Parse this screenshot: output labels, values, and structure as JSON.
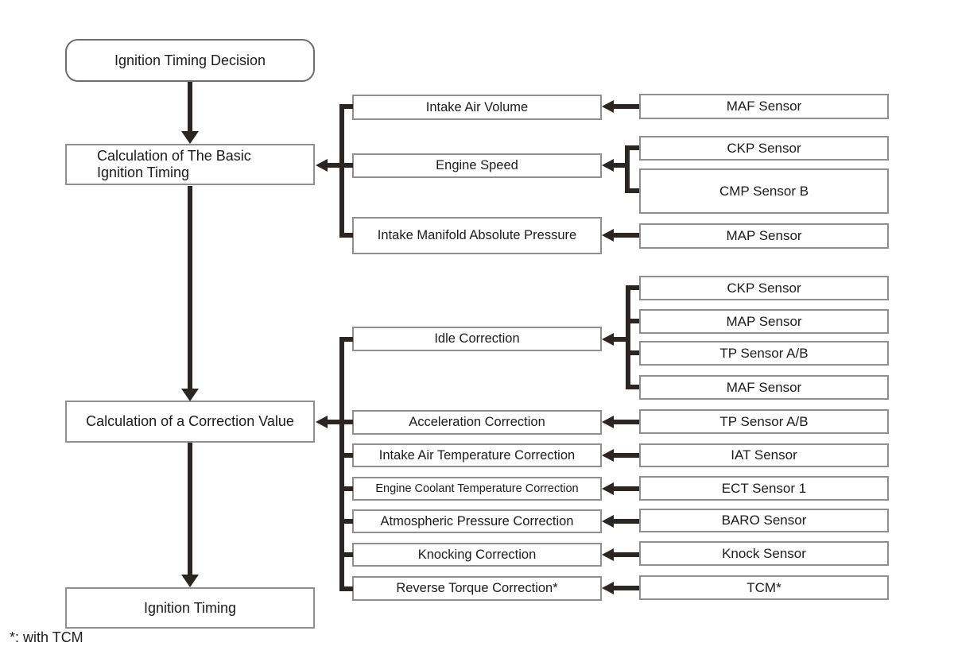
{
  "flow": {
    "main": [
      {
        "label": "Ignition Timing Decision"
      },
      {
        "label": "Calculation of The Basic\nIgnition Timing"
      },
      {
        "label": "Calculation of a Correction Value"
      },
      {
        "label": "Ignition Timing"
      }
    ],
    "parameters": [
      {
        "label": "Intake Air Volume"
      },
      {
        "label": "Engine Speed"
      },
      {
        "label": "Intake Manifold Absolute Pressure"
      },
      {
        "label": "Idle Correction"
      },
      {
        "label": "Acceleration Correction"
      },
      {
        "label": "Intake Air Temperature Correction"
      },
      {
        "label": "Engine Coolant Temperature Correction"
      },
      {
        "label": "Atmospheric Pressure Correction"
      },
      {
        "label": "Knocking Correction"
      },
      {
        "label": "Reverse Torque Correction*"
      }
    ],
    "sensors": [
      {
        "label": "MAF Sensor"
      },
      {
        "label": "CKP Sensor"
      },
      {
        "label": "CMP Sensor B"
      },
      {
        "label": "MAP Sensor"
      },
      {
        "label": "CKP Sensor"
      },
      {
        "label": "MAP Sensor"
      },
      {
        "label": "TP Sensor A/B"
      },
      {
        "label": "MAF Sensor"
      },
      {
        "label": "TP Sensor A/B"
      },
      {
        "label": "IAT Sensor"
      },
      {
        "label": "ECT Sensor 1"
      },
      {
        "label": "BARO Sensor"
      },
      {
        "label": "Knock Sensor"
      },
      {
        "label": "TCM*"
      }
    ],
    "footnote": "*: with TCM",
    "colors": {
      "line": "#2b2624",
      "box_border": "#8f8f8f",
      "text": "#1c1c1c"
    }
  }
}
